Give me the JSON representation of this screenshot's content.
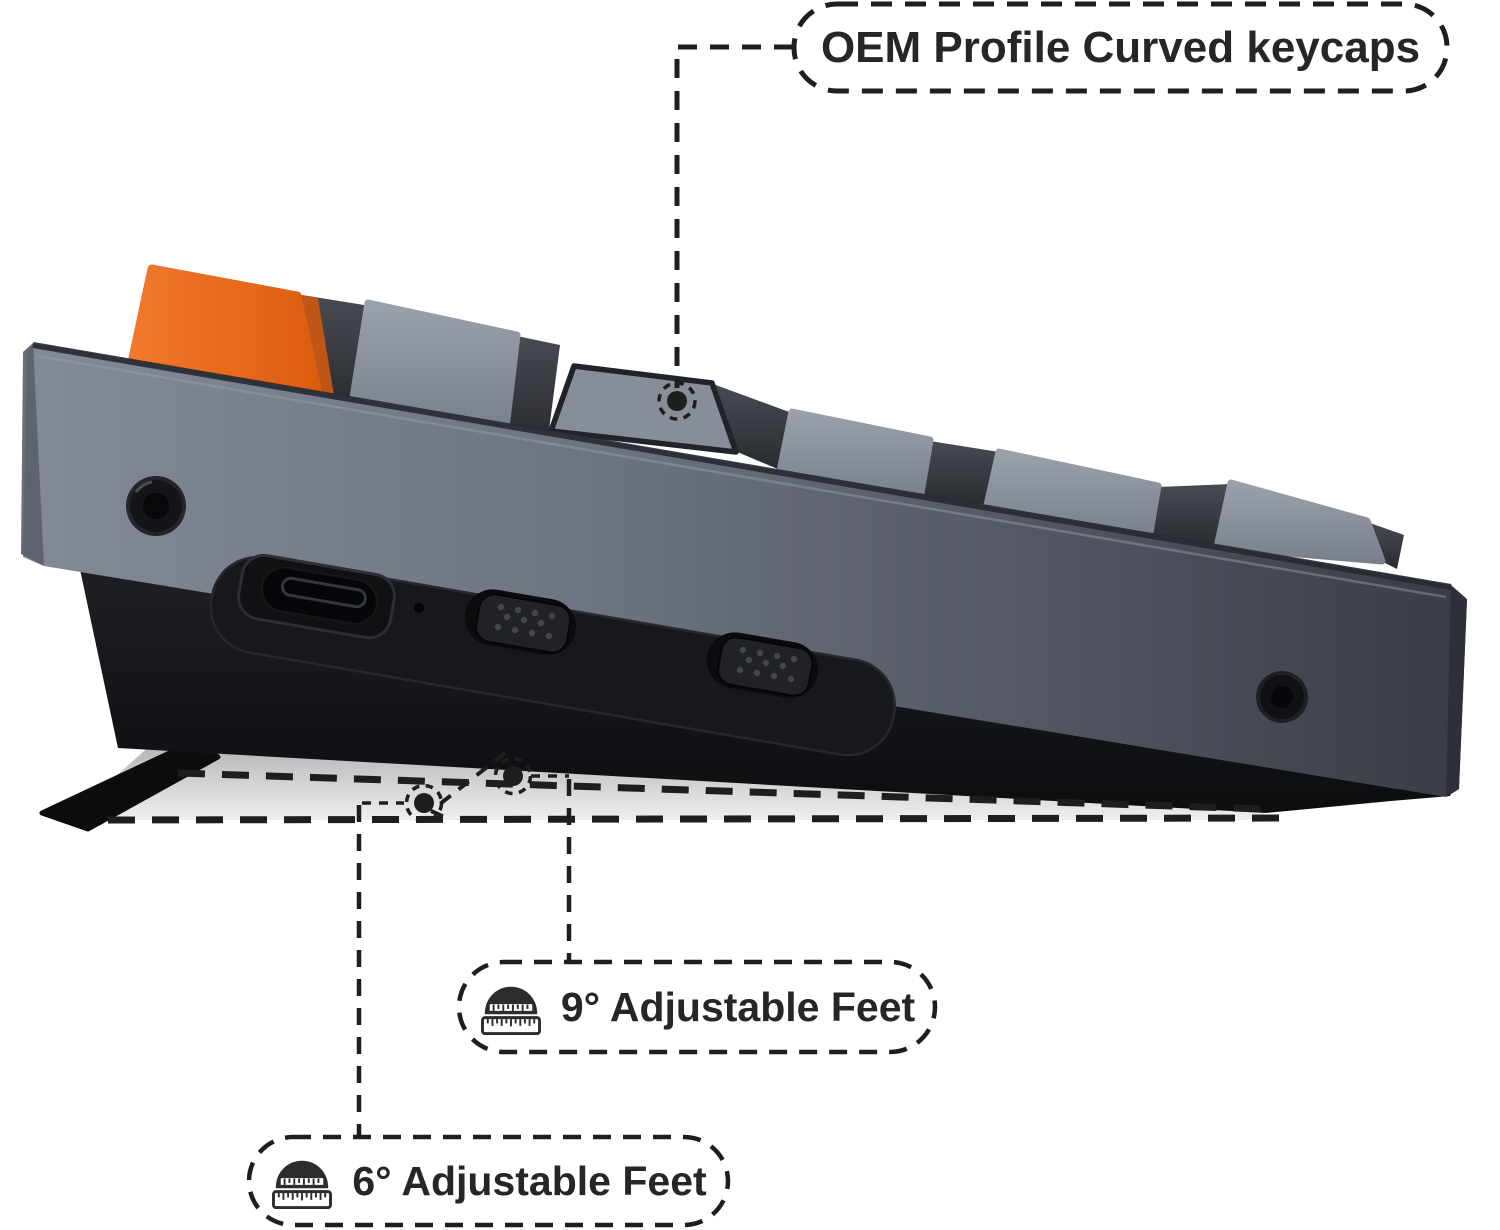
{
  "figure": {
    "type": "annotated-product-diagram",
    "subject": "mechanical keyboard side profile with adjustable feet"
  },
  "callouts": {
    "keycaps": {
      "label": "OEM Profile Curved keycaps"
    },
    "feet_9": {
      "label": "9° Adjustable Feet"
    },
    "feet_6": {
      "label": "6° Adjustable Feet"
    }
  },
  "icons": {
    "feet_icon": "protractor-ruler-icon",
    "target_marker": "dashed-circle-dot"
  },
  "colors": {
    "annotation": "#1e1e1e",
    "text": "#262626",
    "page": "#ffffff",
    "accent_orange": "#e8661a",
    "frame_light": "#828896",
    "frame_dark": "#3a3f47",
    "keycap_light": "#99a0aa",
    "keycap_dark": "#7b818c",
    "case_black": "#121316",
    "ghost_light": "#ededed",
    "ghost_dark": "#b3b3b3"
  }
}
